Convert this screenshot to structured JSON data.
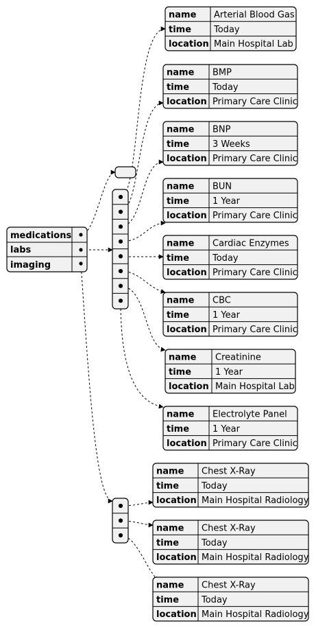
{
  "root": {
    "rows": [
      "medications",
      "labs",
      "imaging"
    ]
  },
  "labs": [
    {
      "name": "Arterial Blood Gas",
      "time": "Today",
      "location": "Main Hospital Lab"
    },
    {
      "name": "BMP",
      "time": "Today",
      "location": "Primary Care Clinic"
    },
    {
      "name": "BNP",
      "time": "3 Weeks",
      "location": "Primary Care Clinic"
    },
    {
      "name": "BUN",
      "time": "1 Year",
      "location": "Primary Care Clinic"
    },
    {
      "name": "Cardiac Enzymes",
      "time": "Today",
      "location": "Primary Care Clinic"
    },
    {
      "name": "CBC",
      "time": "1 Year",
      "location": "Primary Care Clinic"
    },
    {
      "name": "Creatinine",
      "time": "1 Year",
      "location": "Main Hospital Lab"
    },
    {
      "name": "Electrolyte Panel",
      "time": "1 Year",
      "location": "Primary Care Clinic"
    }
  ],
  "imaging": [
    {
      "name": "Chest X-Ray",
      "time": "Today",
      "location": "Main Hospital Radiology"
    },
    {
      "name": "Chest X-Ray",
      "time": "Today",
      "location": "Main Hospital Radiology"
    },
    {
      "name": "Chest X-Ray",
      "time": "Today",
      "location": "Main Hospital Radiology"
    }
  ],
  "field_labels": {
    "name": "name",
    "time": "time",
    "location": "location"
  }
}
